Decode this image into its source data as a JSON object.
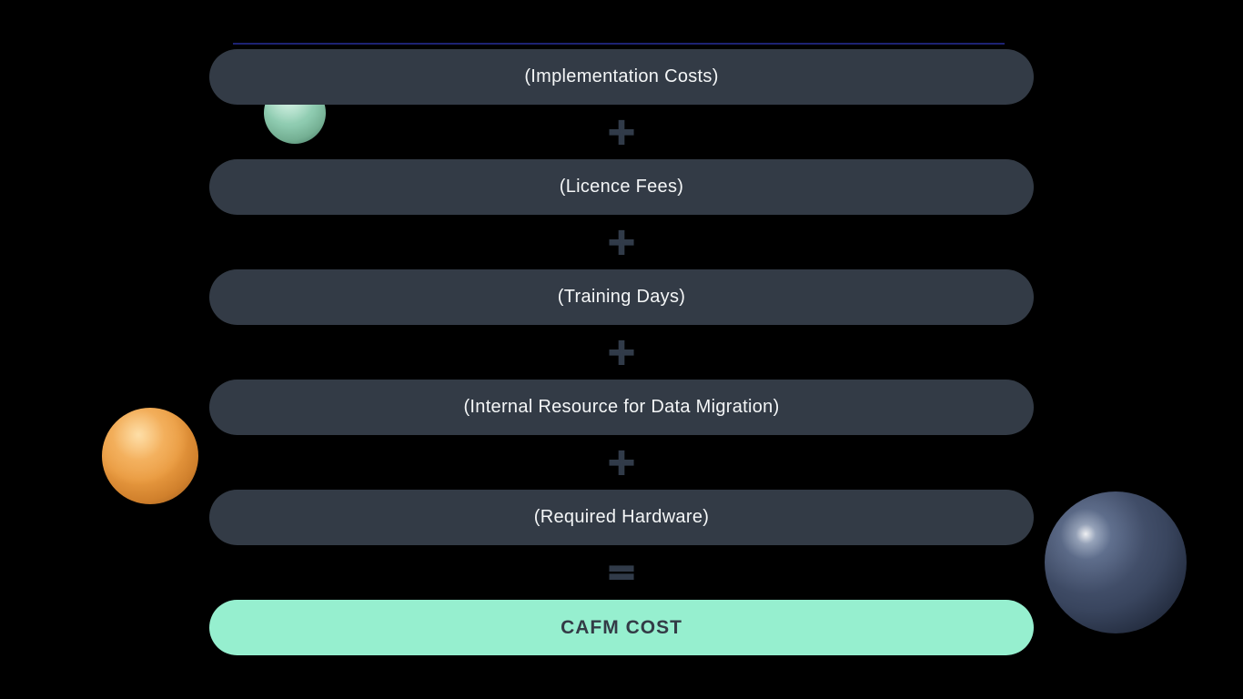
{
  "diagram": {
    "rows": [
      {
        "type": "bar",
        "label": "(Implementation Costs)"
      },
      {
        "type": "operator",
        "symbol": "+"
      },
      {
        "type": "bar",
        "label": "(Licence Fees)"
      },
      {
        "type": "operator",
        "symbol": "+"
      },
      {
        "type": "bar",
        "label": "(Training Days)"
      },
      {
        "type": "operator",
        "symbol": "+"
      },
      {
        "type": "bar",
        "label": "(Internal Resource for Data Migration)"
      },
      {
        "type": "operator",
        "symbol": "+"
      },
      {
        "type": "bar",
        "label": "(Required Hardware)"
      },
      {
        "type": "operator",
        "symbol": "="
      },
      {
        "type": "result",
        "label": "CAFM COST"
      }
    ],
    "colors": {
      "background": "#000000",
      "bar_fill": "#333b46",
      "bar_text": "#f4f6f7",
      "operator": "#313b49",
      "result_fill": "#96efcf",
      "result_text": "#333b46",
      "accent_line": "#1d2273"
    }
  },
  "decorations": {
    "spheres": [
      {
        "name": "mint-sphere",
        "base_color": "#8ecbb0"
      },
      {
        "name": "orange-sphere",
        "base_color": "#e8993f"
      },
      {
        "name": "navy-sphere",
        "base_color": "#39455e"
      }
    ]
  }
}
